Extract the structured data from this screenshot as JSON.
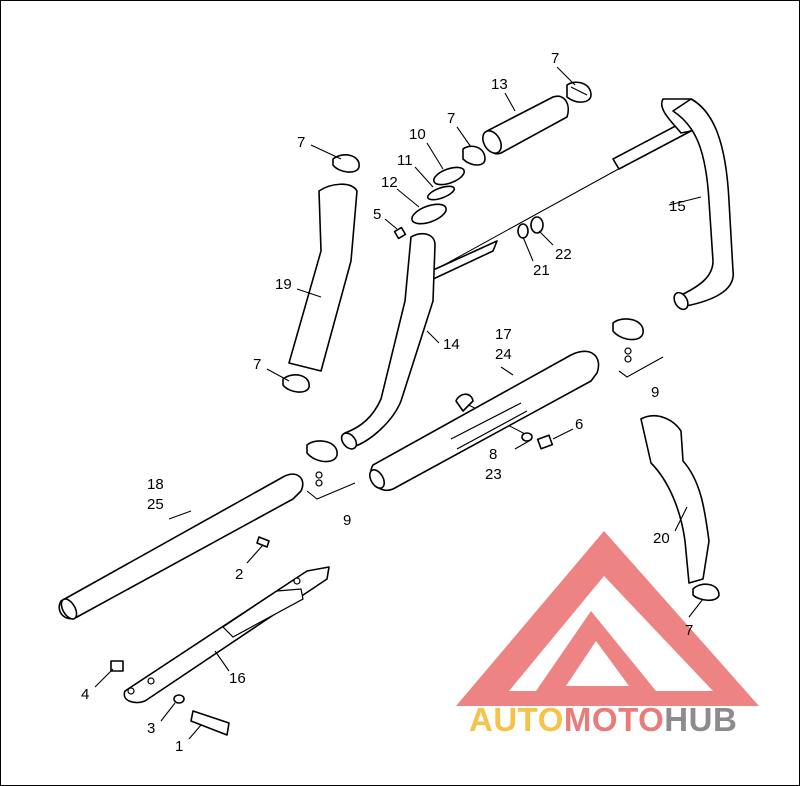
{
  "watermark": {
    "word": {
      "part1": "AUTO",
      "part2": "MOTO",
      "part3": "HUB"
    },
    "colors": {
      "auto": "#f5c24a",
      "moto": "#e97b7b",
      "hub": "#8c8c8c",
      "logo": "#e85a5a"
    }
  },
  "caption": "",
  "callouts": {
    "c7a": "7",
    "c13": "13",
    "c7b": "7",
    "c10": "10",
    "c7c": "7",
    "c11": "11",
    "c12": "12",
    "c5": "5",
    "c15": "15",
    "c19": "19",
    "c22": "22",
    "c21": "21",
    "c14": "14",
    "c17": "17",
    "c24": "24",
    "c7d": "7",
    "c9a": "9",
    "c6": "6",
    "c8": "8",
    "c23": "23",
    "c18": "18",
    "c25": "25",
    "c9b": "9",
    "c20": "20",
    "c2": "2",
    "c7e": "7",
    "c16": "16",
    "c4": "4",
    "c3": "3",
    "c1": "1"
  }
}
